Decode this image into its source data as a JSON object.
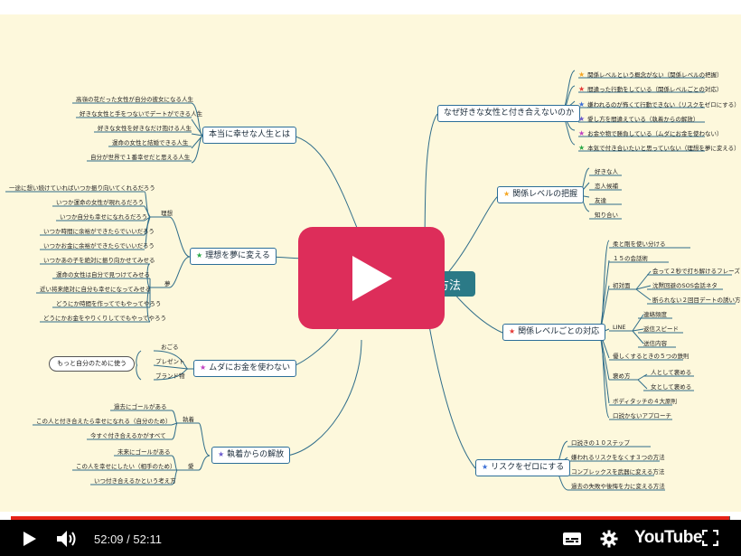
{
  "center_title": "方法",
  "branches": {
    "why": {
      "title": "なぜ好きな女性と付き合えないのか",
      "items": [
        {
          "text": "関係レベルという概念がない（関係レベルの把握）",
          "star": "#f5a623"
        },
        {
          "text": "間違った行動をしている（関係レベルごとの対応）",
          "star": "#e53935"
        },
        {
          "text": "嫌われるのが怖くて行動できない（リスクをゼロにする）",
          "star": "#3b6fd6"
        },
        {
          "text": "愛し方を間違えている（執着からの解放）",
          "star": "#6a5acd"
        },
        {
          "text": "お金や物で勝負している（ムダにお金を使わない）",
          "star": "#c040c0"
        },
        {
          "text": "本気で付き合いたいと思っていない（理想を夢に変える）",
          "star": "#28a745"
        }
      ]
    },
    "level": {
      "title": "関係レベルの把握",
      "items": [
        "好きな人",
        "恋人候補",
        "友達",
        "知り合い"
      ]
    },
    "per_level": {
      "title": "関係レベルごとの対応",
      "items": [
        "柔と剛を使い分ける",
        "１５の会話術",
        "初対面",
        "LINE",
        "優しくするときの５つの鉄則",
        "褒め方",
        "ボディタッチの４大原則",
        "口説かないアプローチ"
      ],
      "first_meeting": [
        "会って２秒で打ち解けるフレーズ",
        "沈黙回避のSOS会話ネタ",
        "断られない２回目デートの誘い方"
      ],
      "line": [
        "連絡頻度",
        "返信スピード",
        "送信内容"
      ],
      "praise": [
        "人として褒める",
        "女として褒める"
      ]
    },
    "risk": {
      "title": "リスクをゼロにする",
      "items": [
        "口説きの１０ステップ",
        "嫌われるリスクをなくす３つの方法",
        "コンプレックスを武器に変える方法",
        "過去の失敗や後悔を力に変える方法"
      ]
    },
    "happy": {
      "title": "本当に幸せな人生とは",
      "items": [
        "高嶺の花だった女性が自分の彼女になる人生",
        "好きな女性と手をつないでデートができる人生",
        "好きな女性を好きなだけ抱ける人生",
        "運命の女性と結婚できる人生",
        "自分が世界で１番幸せだと思える人生"
      ]
    },
    "dream": {
      "title": "理想を夢に変える",
      "ideal_label": "理想",
      "dream_label": "夢",
      "ideal": [
        "一途に想い続けていればいつか振り向いてくれるだろう",
        "いつか運命の女性が現れるだろう",
        "いつか自分も幸せになれるだろう",
        "いつか時間に余裕ができたらでいいだろう",
        "いつかお金に余裕ができたらでいいだろう"
      ],
      "dream": [
        "いつかあの子を絶対に振り向かせてみせる",
        "運命の女性は自分で見つけてみせる",
        "近い将来絶対に自分も幸せになってみせる",
        "どうにか時間を作ってでもやってやろう",
        "どうにかお金をやりくりしてでもやってやろう"
      ]
    },
    "money": {
      "title": "ムダにお金を使わない",
      "items": [
        "おごる",
        "プレゼント",
        "ブランド物"
      ],
      "note": "もっと自分のために使う"
    },
    "attach": {
      "title": "執着からの解放",
      "attach_label": "執着",
      "love_label": "愛",
      "attach": [
        "過去にゴールがある",
        "この人と付き合えたら幸せになれる（自分のため）",
        "今すぐ付き合えるかがすべて"
      ],
      "love": [
        "未来にゴールがある",
        "この人を幸せにしたい（相手のため）",
        "いつ付き合えるかという考え方"
      ]
    }
  },
  "player": {
    "current_time": "52:09",
    "separator": " / ",
    "duration": "52:11",
    "progress": 0.999,
    "brand": "YouTube"
  }
}
